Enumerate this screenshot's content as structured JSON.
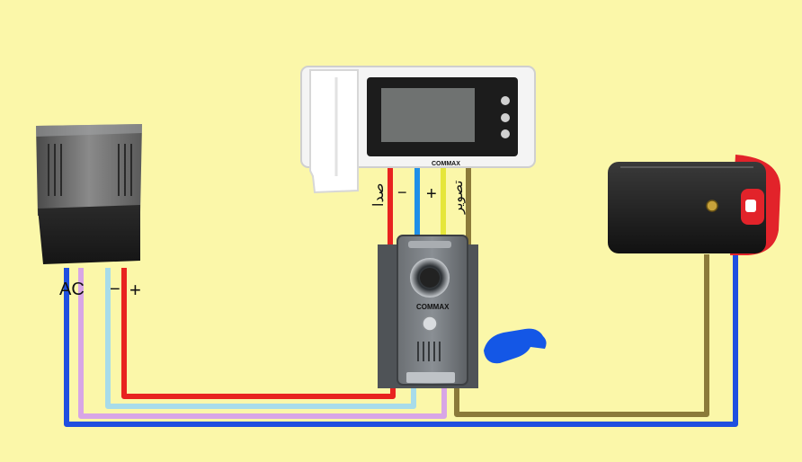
{
  "labels": {
    "ac": "AC",
    "psu_minus": "−",
    "psu_plus": "+",
    "audio": "صدا",
    "monitor_minus": "−",
    "monitor_plus": "+",
    "video": "تصویر"
  },
  "brand": {
    "monitor": "COMMAX",
    "door_panel": "COMMAX"
  },
  "wire_colors": {
    "red": "#e8231f",
    "blue": "#1f4fe0",
    "light_blue": "#a8dcea",
    "violet": "#d8a6e6",
    "yellow": "#e5e63a",
    "olive": "#8b7a3a"
  },
  "icons": {
    "hand": "hand-pointer-icon"
  }
}
